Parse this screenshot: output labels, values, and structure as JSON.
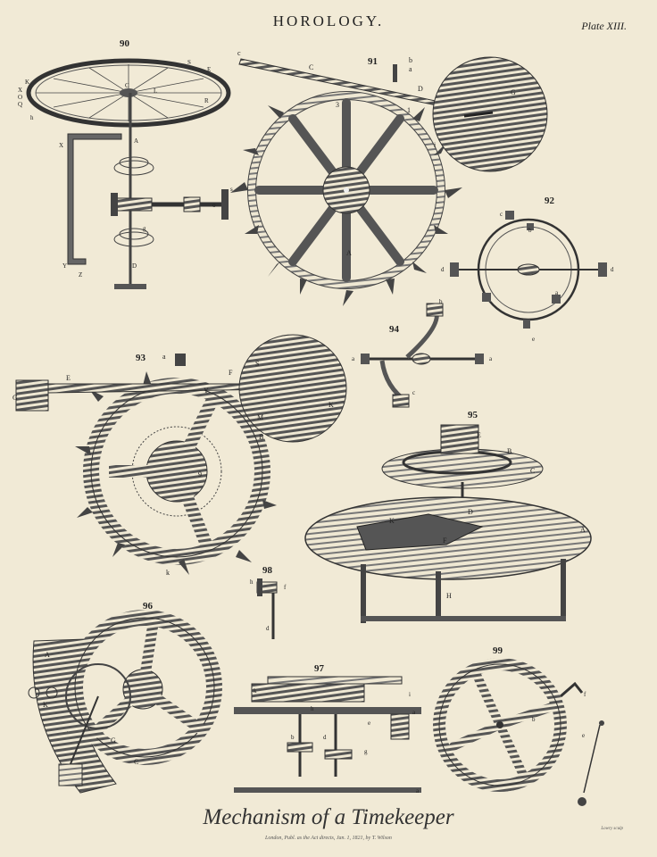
{
  "header": {
    "title": "HOROLOGY.",
    "plate": "Plate XIII."
  },
  "figures": {
    "fig90": "90",
    "fig91": "91",
    "fig92": "92",
    "fig93": "93",
    "fig94": "94",
    "fig95": "95",
    "fig96": "96",
    "fig97": "97",
    "fig98": "98",
    "fig99": "99"
  },
  "caption": "Mechanism of a Timekeeper",
  "imprint": "London, Publ. as the Act directs, Jan. 1, 1821, by T. Wilson",
  "engraver": "Lowry sculp",
  "colors": {
    "paper": "#f1ead6",
    "ink": "#222222",
    "shade": "#6b6b6b"
  }
}
